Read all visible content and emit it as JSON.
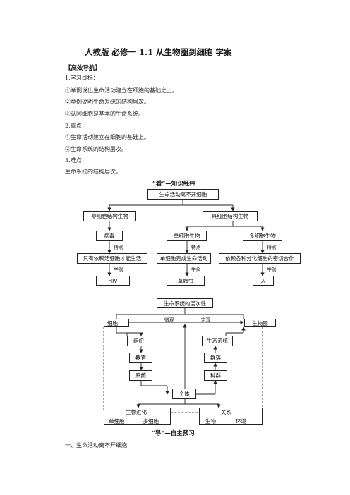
{
  "doc": {
    "title": "人教版  必修一  1.1  从生物圈到细胞  学案",
    "section_guide": "【高效导航】",
    "lines": [
      "1.学习目标：",
      "①举例说出生命活动建立在细胞的基础之上。",
      "②举例说明生命系统的结构层次。",
      "③认同细胞是基本的生命系统。",
      "2.重点：",
      "①生命活动建立在细胞的基础上。",
      "②生命系统的结构层次。",
      "3.难点：",
      "生命系统的结构层次。"
    ],
    "heading_kan": "“看”—知识经纬",
    "heading_dao": "“导”—自主预习",
    "last_line": "一、生命活动离不开细胞"
  },
  "diagram1": {
    "root": "生命活动离不开细胞",
    "non_cell": "非细胞结构生物",
    "cell": "具细胞结构生物",
    "virus": "病毒",
    "unicell": "单细胞生物",
    "multicell": "多细胞生物",
    "tedian": "特点",
    "tedian2": "特点",
    "tedian3": "特点",
    "virus_feat": "只有依赖活细胞才能生活",
    "unicell_feat": "单细胞完成生命活动",
    "multicell_feat": "依赖各种分化细胞的密切合作",
    "juli": "举例",
    "juli2": "举例",
    "juli3": "举例",
    "ex_virus": "HIV",
    "ex_unicell": "草履虫",
    "ex_multicell": "人"
  },
  "diagram2": {
    "title": "生命系统的层次性",
    "cell": "细胞",
    "biosphere": "生物圈",
    "micro": "微观",
    "macro": "宏观",
    "tissue": "组织",
    "organ": "器官",
    "system": "系统",
    "individual": "个体",
    "ecosystem": "生态系统",
    "community": "群落",
    "population": "种群",
    "evo_title": "生物进化",
    "evo_from": "单细胞",
    "evo_to": "多细胞",
    "rel_title": "关系",
    "rel_a": "生物",
    "rel_b": "环境"
  }
}
